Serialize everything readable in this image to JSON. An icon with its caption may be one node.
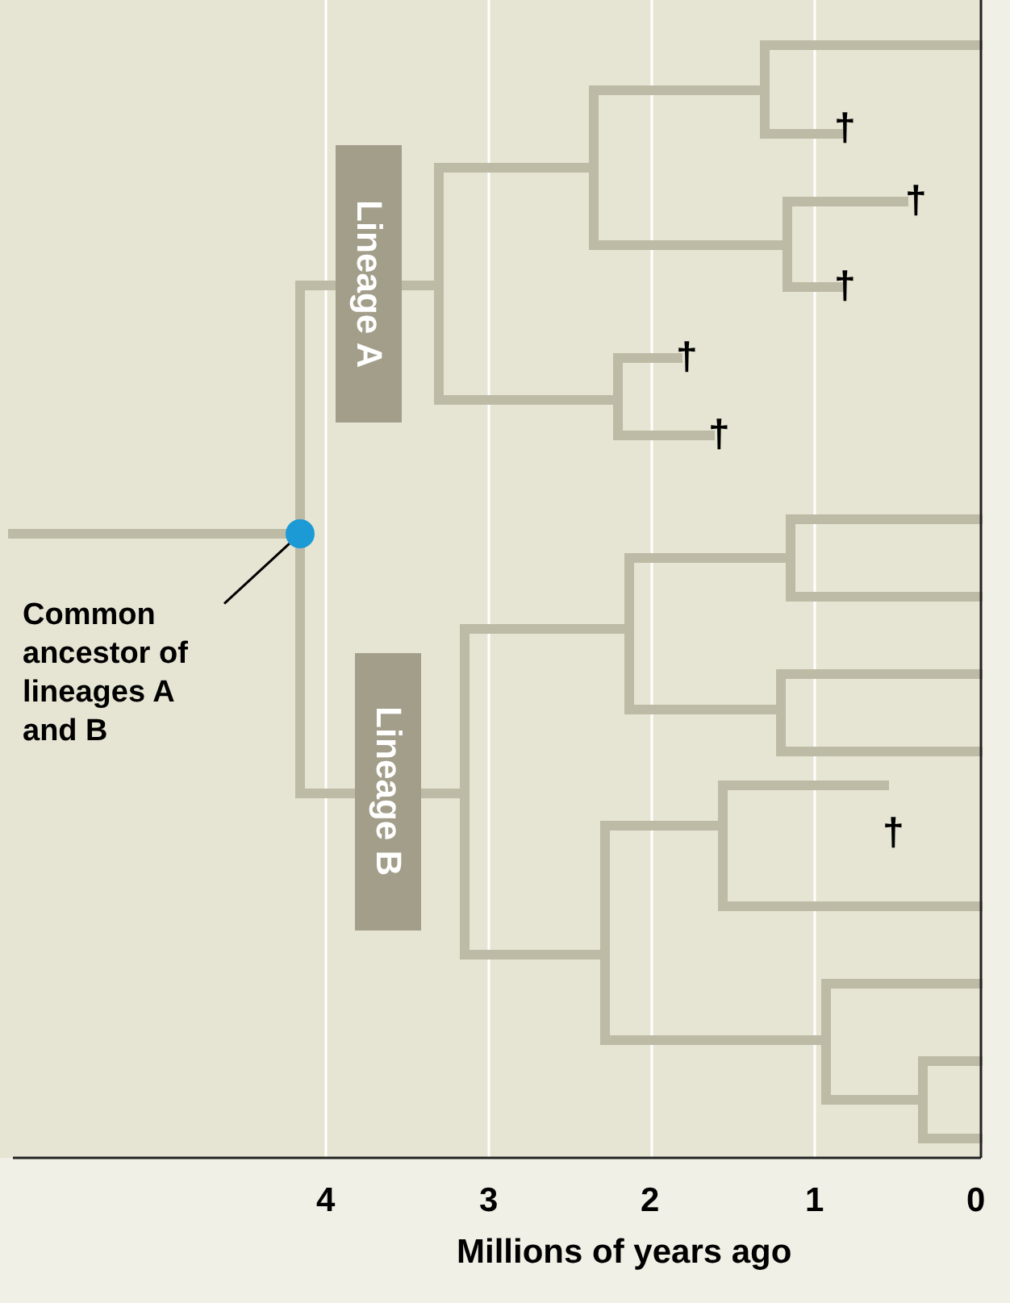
{
  "diagram": {
    "nodes": [
      {
        "text": [
          "Lineage A"
        ]
      },
      {
        "text": [
          "Lineage B"
        ]
      },
      {
        "text": [
          "Common ancestor of lineages A and B"
        ]
      },
      {
        "text": [],
        "shape": "circle"
      }
    ],
    "edges": [
      {
        "from": 2,
        "to": 3,
        "arrow": "none"
      }
    ],
    "labels": [
      "†",
      "†",
      "†",
      "†",
      "†",
      "†",
      "4",
      "3",
      "2",
      "1",
      "0",
      "Millions of years ago"
    ]
  }
}
